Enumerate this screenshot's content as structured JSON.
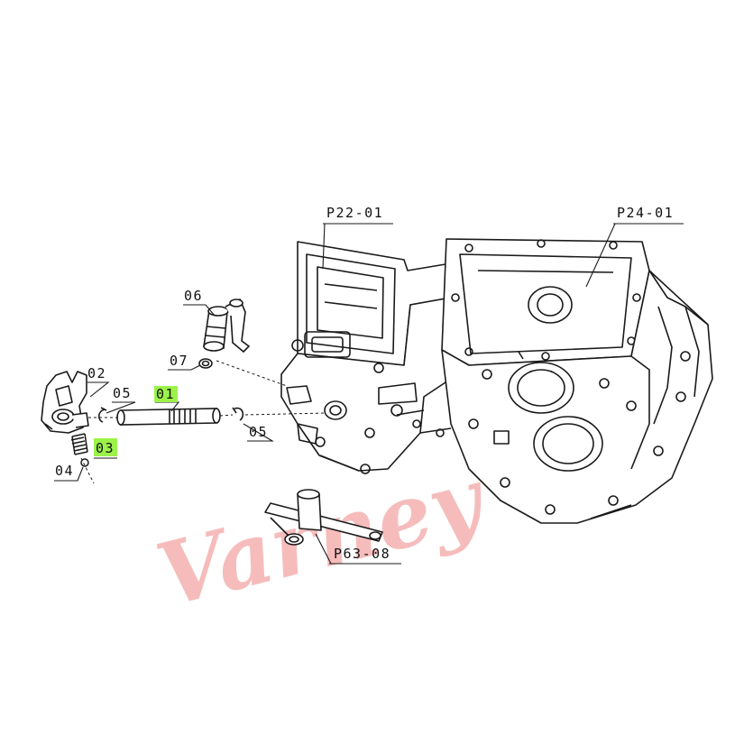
{
  "diagram": {
    "labels": {
      "p22_01": "P22-01",
      "p24_01": "P24-01",
      "l06": "06",
      "l07": "07",
      "l02": "02",
      "l05a": "05",
      "l01": "01",
      "l05b": "05",
      "l03": "03",
      "l04": "04",
      "p63_08": "P63-08"
    },
    "highlighted": [
      "01",
      "03"
    ],
    "colors": {
      "line": "#1a1a1a",
      "highlight": "#9cf24a",
      "watermark": "#f3a5a5",
      "background": "#ffffff"
    },
    "watermark": "Varney"
  }
}
